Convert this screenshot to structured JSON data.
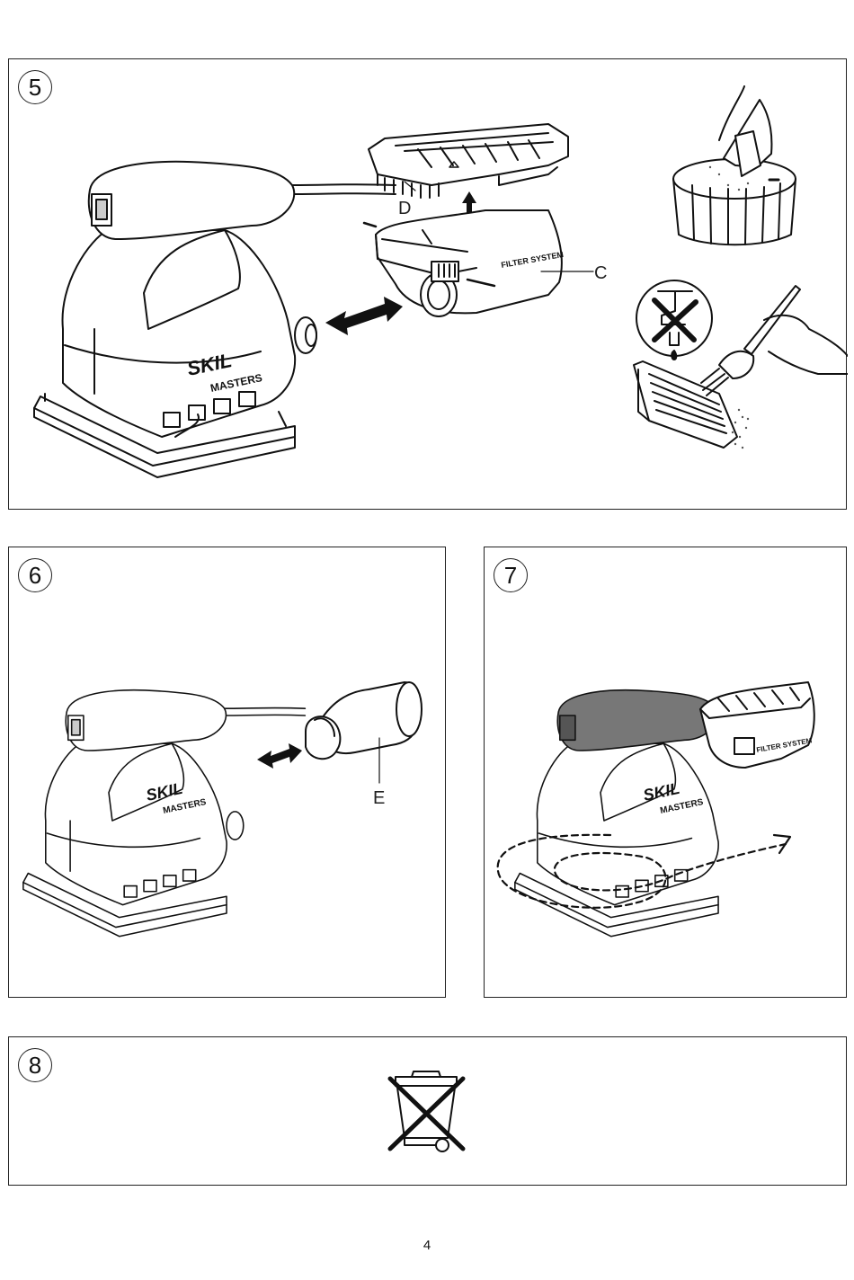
{
  "figures": [
    {
      "number": "5",
      "labels": {
        "dust_container": "C",
        "filter": "D"
      },
      "brand": "SKIL",
      "model": "MASTERS",
      "filter_text": "FILTER SYSTEM"
    },
    {
      "number": "6",
      "labels": {
        "adapter": "E"
      },
      "brand": "SKIL",
      "model": "MASTERS"
    },
    {
      "number": "7",
      "brand": "SKIL",
      "model": "MASTERS",
      "filter_text": "FILTER SYSTEM"
    },
    {
      "number": "8"
    }
  ],
  "page_number": "4",
  "icons": [
    "sander-illustration",
    "double-arrow-icon",
    "dust-container-illustration",
    "filter-illustration",
    "trash-bin-illustration",
    "brush-illustration",
    "no-water-tap-icon",
    "vacuum-adapter-illustration",
    "dashed-motion-path",
    "crossed-out-wheelie-bin-icon"
  ]
}
